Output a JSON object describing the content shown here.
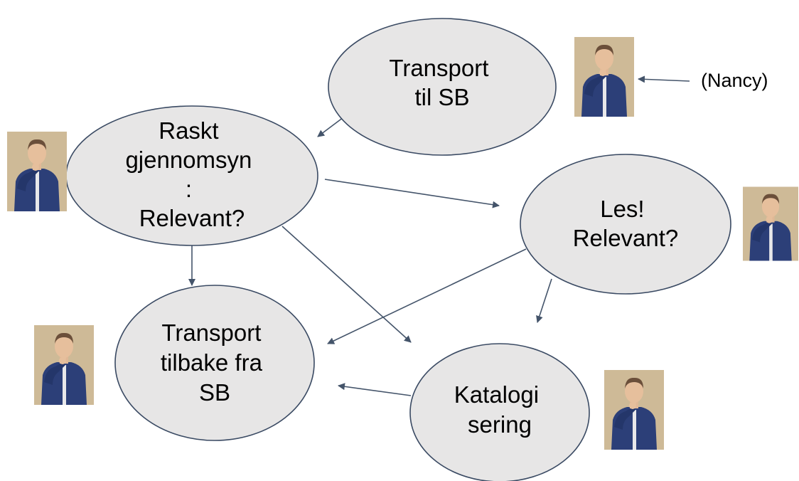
{
  "nodes": [
    {
      "id": "transport-til-sb",
      "lines": [
        "Transport",
        "til SB"
      ]
    },
    {
      "id": "raskt-gjennomsyn",
      "lines": [
        "Raskt",
        "gjennomsyn",
        ":",
        "Relevant?"
      ]
    },
    {
      "id": "les-relevant",
      "lines": [
        "Les!",
        "Relevant?"
      ]
    },
    {
      "id": "transport-tilbake",
      "lines": [
        "Transport",
        "tilbake fra",
        "SB"
      ]
    },
    {
      "id": "katalogisering",
      "lines": [
        "Katalogi",
        "sering"
      ]
    }
  ],
  "annotation": "(Nancy)",
  "colors": {
    "node_fill": "#e7e6e6",
    "node_stroke": "#3a4a63",
    "arrow": "#44546a",
    "figure_jacket": "#2c3f78",
    "figure_background": "#c9b491"
  },
  "icons": {
    "person": "person-shush-icon"
  }
}
